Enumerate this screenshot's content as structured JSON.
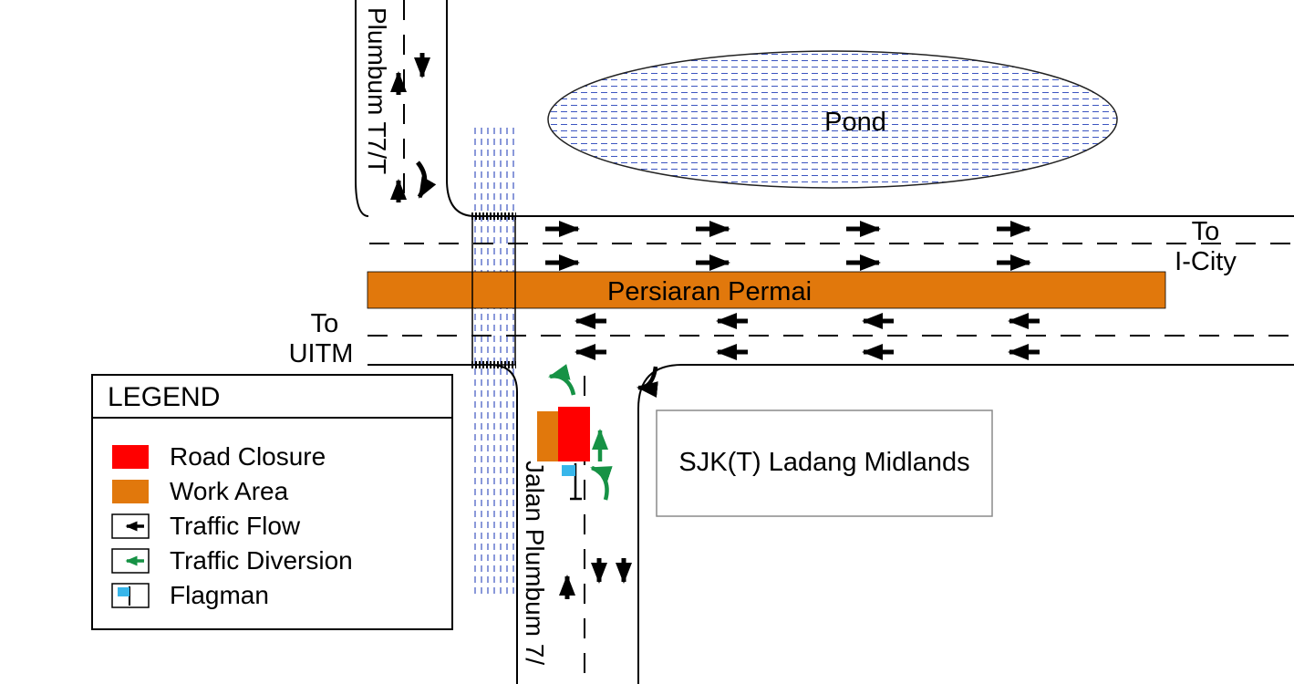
{
  "diagram": {
    "pond_label": "Pond",
    "main_road_label": "Persiaran Permai",
    "top_road_label": "Plumbum T7/T",
    "bottom_road_label": "Jalan Plumbum 7/",
    "dest_right": {
      "line1": "To",
      "line2": "I-City"
    },
    "dest_left": {
      "line1": "To",
      "line2": "UITM"
    },
    "school_label": "SJK(T) Ladang Midlands"
  },
  "legend": {
    "title": "LEGEND",
    "items": [
      {
        "label": "Road Closure"
      },
      {
        "label": "Work Area"
      },
      {
        "label": "Traffic Flow"
      },
      {
        "label": "Traffic Diversion"
      },
      {
        "label": "Flagman"
      }
    ]
  },
  "colors": {
    "road_closure_red": "#FF0000",
    "work_area_orange": "#E1780C",
    "traffic_flow_black": "#000000",
    "traffic_diversion_green": "#169245",
    "flagman_flag_blue": "#38B6EA",
    "hatch_blue": "#3C55C0"
  }
}
